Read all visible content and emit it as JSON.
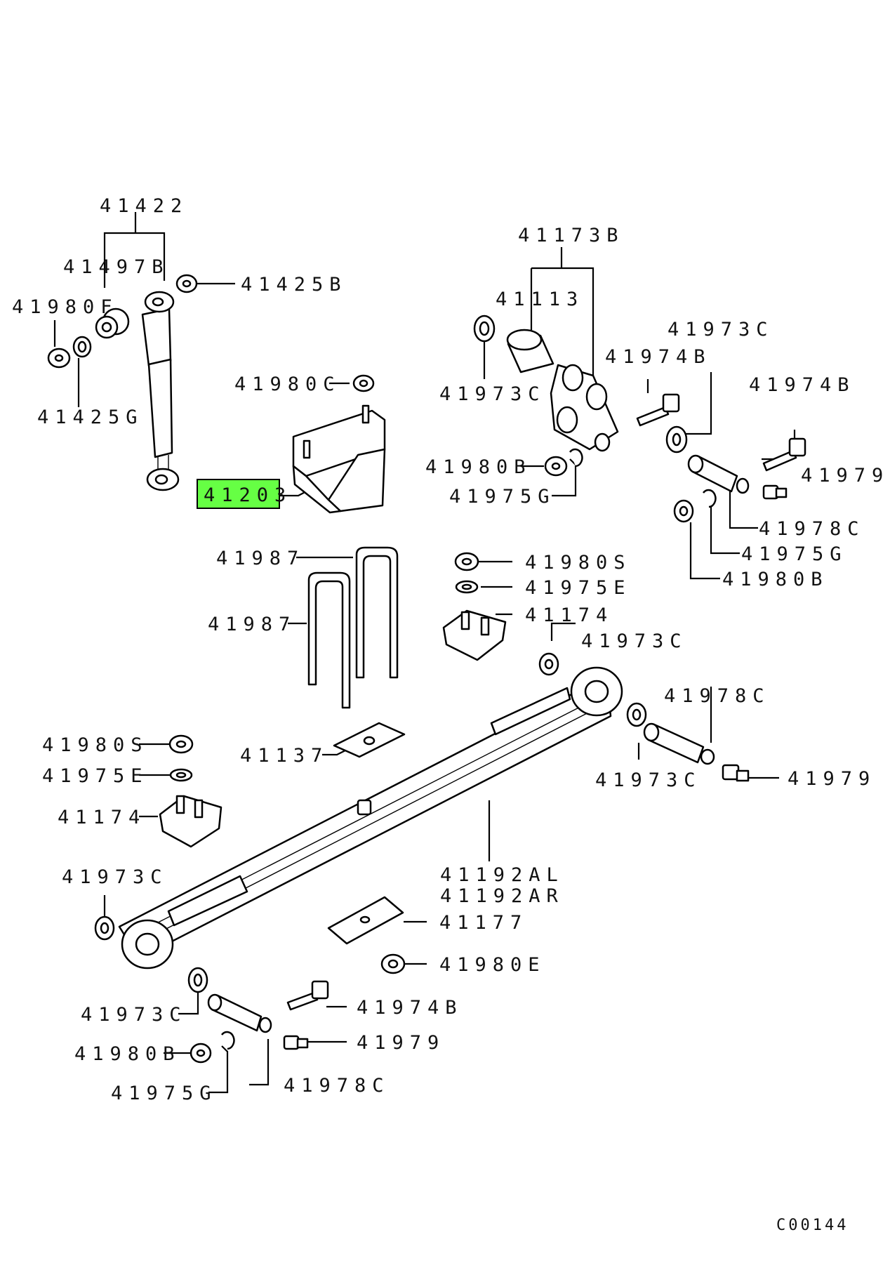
{
  "highlight_color": "#66ff44",
  "reference_code": "C00144",
  "labels": {
    "l41422": "41422",
    "l41497B": "41497B",
    "l41425B": "41425B",
    "l41980F": "41980F",
    "l41425G": "41425G",
    "l41980C": "41980C",
    "l41203": "41203",
    "l41173B": "41173B",
    "l41113": "41113",
    "l41973C_a": "41973C",
    "l41973C_b": "41973C",
    "l41974B_a": "41974B",
    "l41974B_b": "41974B",
    "l41980B_a": "41980B",
    "l41975G_a": "41975G",
    "l41979_a": "41979",
    "l41978C_a": "41978C",
    "l41975G_b": "41975G",
    "l41980B_b": "41980B",
    "l41987_a": "41987",
    "l41987_b": "41987",
    "l41980S_a": "41980S",
    "l41975E_a": "41975E",
    "l41174_a": "41174",
    "l41973C_c": "41973C",
    "l41978C_b": "41978C",
    "l41973C_d": "41973C",
    "l41979_b": "41979",
    "l41980S_b": "41980S",
    "l41975E_b": "41975E",
    "l41137": "41137",
    "l41174_b": "41174",
    "l41192AL": "41192AL",
    "l41192AR": "41192AR",
    "l41973C_e": "41973C",
    "l41177": "41177",
    "l41980E": "41980E",
    "l41973C_f": "41973C",
    "l41974B_c": "41974B",
    "l41979_c": "41979",
    "l41980B_c": "41980B",
    "l41975G_c": "41975G",
    "l41978C_c": "41978C"
  }
}
